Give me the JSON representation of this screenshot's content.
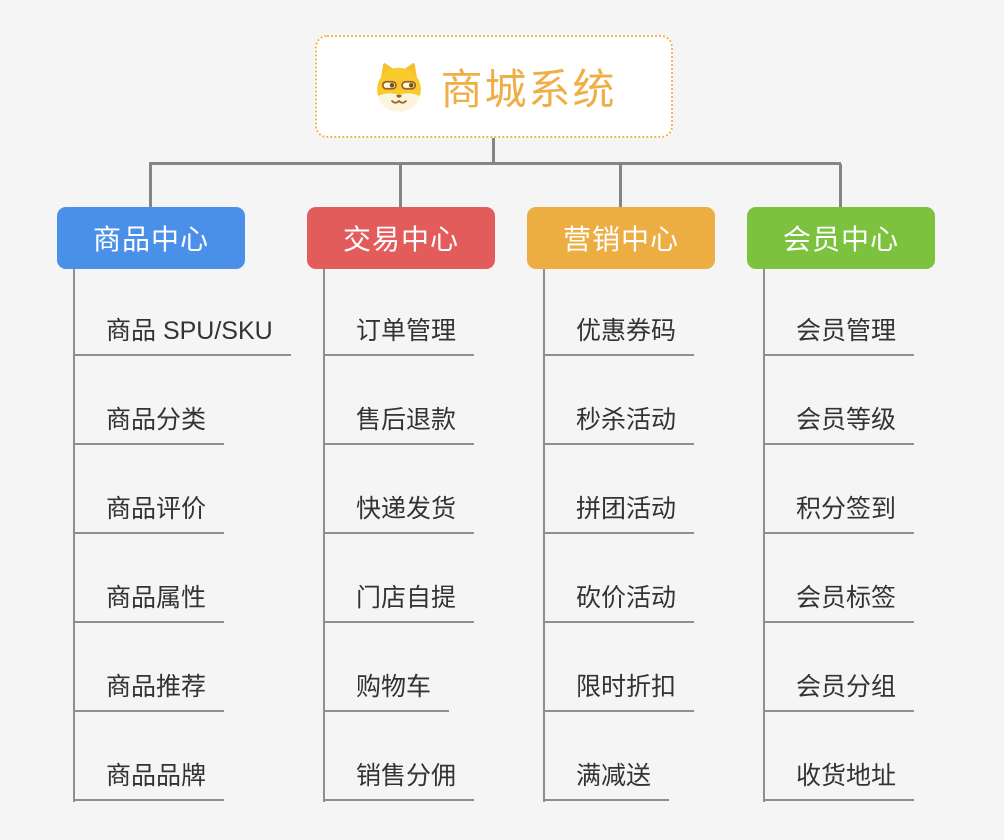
{
  "root": {
    "title": "商城系统",
    "icon": "shiba-dog-icon",
    "accent_color": "#f0ae47",
    "border_color": "#f5b44c"
  },
  "theme": {
    "background": "#f5f5f5",
    "connector_color": "#858585",
    "child_text_color": "#333333",
    "child_line_color": "#8f8f8f"
  },
  "branches": [
    {
      "label": "商品中心",
      "color": "#4a90e8",
      "children": [
        "商品 SPU/SKU",
        "商品分类",
        "商品评价",
        "商品属性",
        "商品推荐",
        "商品品牌"
      ]
    },
    {
      "label": "交易中心",
      "color": "#e25c5c",
      "children": [
        "订单管理",
        "售后退款",
        "快递发货",
        "门店自提",
        "购物车",
        "销售分佣"
      ]
    },
    {
      "label": "营销中心",
      "color": "#ecae43",
      "children": [
        "优惠券码",
        "秒杀活动",
        "拼团活动",
        "砍价活动",
        "限时折扣",
        "满减送"
      ]
    },
    {
      "label": "会员中心",
      "color": "#7cc23e",
      "children": [
        "会员管理",
        "会员等级",
        "积分签到",
        "会员标签",
        "会员分组",
        "收货地址"
      ]
    }
  ]
}
